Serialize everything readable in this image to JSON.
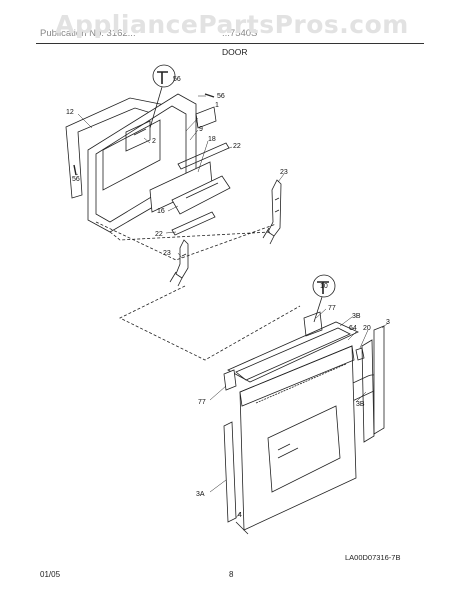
{
  "watermark": "AppliancePartsPros.com",
  "header": {
    "left_text": "Publication No. 3162...",
    "right_text": "...7540S",
    "section": "DOOR"
  },
  "callouts": [
    "56",
    "1",
    "56",
    "12",
    "2",
    "9",
    "18",
    "22",
    "56",
    "23",
    "16",
    "22",
    "23",
    "10",
    "77",
    "3B",
    "20",
    "3",
    "64",
    "77",
    "3B",
    "3A",
    "4"
  ],
  "figure_code": "LA00D07316-7B",
  "footer": {
    "date": "01/05",
    "page": "8"
  }
}
